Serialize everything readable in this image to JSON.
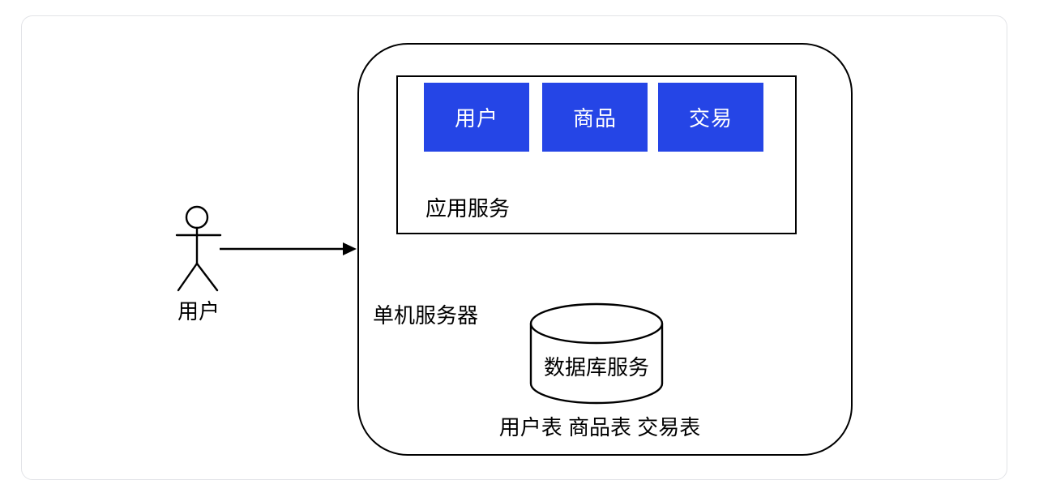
{
  "diagram": {
    "actor": {
      "label": "用户"
    },
    "server": {
      "label": "单机服务器",
      "app_service": {
        "label": "应用服务",
        "modules": [
          {
            "label": "用户"
          },
          {
            "label": "商品"
          },
          {
            "label": "交易"
          }
        ]
      },
      "database": {
        "label": "数据库服务",
        "tables_label": "用户表 商品表 交易表"
      }
    },
    "colors": {
      "module_fill": "#2545e6",
      "module_text": "#ffffff",
      "line": "#000000",
      "card_border": "#e2e3e7",
      "background": "#ffffff"
    }
  }
}
